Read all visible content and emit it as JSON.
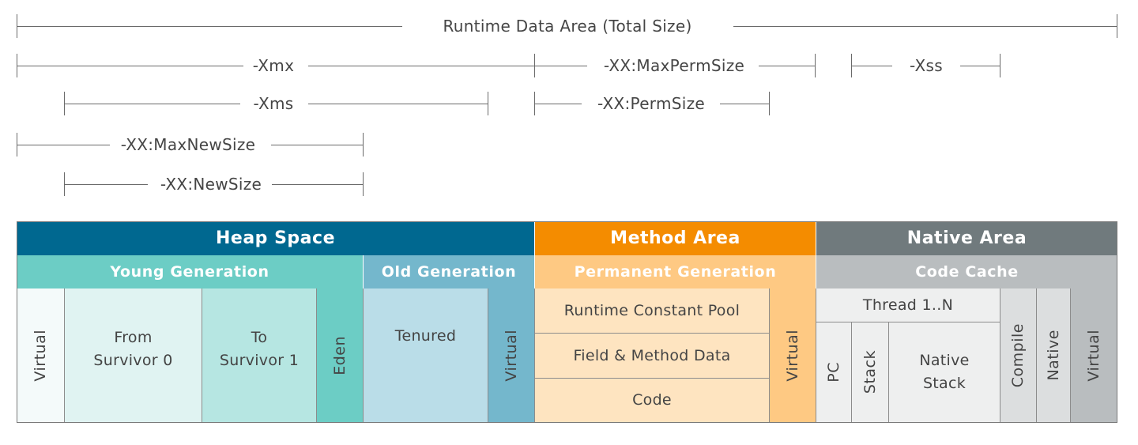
{
  "dimensions": {
    "runtime_total": "Runtime Data Area (Total Size)",
    "xmx": "-Xmx",
    "max_perm_size": "-XX:MaxPermSize",
    "xss": "-Xss",
    "xms": "-Xms",
    "perm_size": "-XX:PermSize",
    "max_new_size": "-XX:MaxNewSize",
    "new_size": "-XX:NewSize"
  },
  "heap": {
    "title": "Heap Space",
    "young": "Young Generation",
    "old": "Old Generation",
    "virtual": "Virtual",
    "from_survivor": "From\nSurvivor 0",
    "to_survivor": "To\nSurvivor 1",
    "eden": "Eden",
    "tenured": "Tenured",
    "old_virtual": "Virtual"
  },
  "method": {
    "title": "Method Area",
    "permanent": "Permanent Generation",
    "runtime_constant_pool": "Runtime Constant Pool",
    "field_method_data": "Field & Method Data",
    "code": "Code",
    "virtual": "Virtual"
  },
  "native": {
    "title": "Native Area",
    "code_cache": "Code Cache",
    "thread": "Thread 1..N",
    "pc": "PC",
    "stack": "Stack",
    "native_stack": "Native\nStack",
    "compile": "Compile",
    "native": "Native",
    "virtual": "Virtual"
  },
  "colors": {
    "heap_header": "#006890",
    "young": "#6ccdc5",
    "old": "#74b7cc",
    "method_header": "#f48c00",
    "permanent": "#fec983",
    "native_header": "#707a7d",
    "code_cache": "#b9bdbf"
  }
}
